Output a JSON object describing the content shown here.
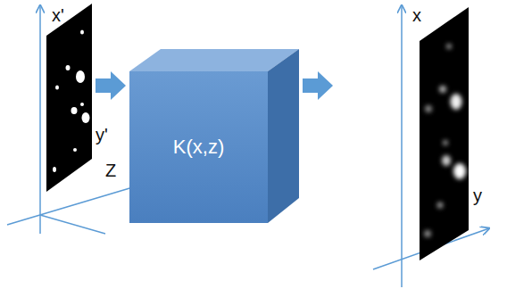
{
  "diagram": {
    "nodes": [
      {
        "text": [
          "K(x,z)"
        ]
      }
    ],
    "labels": [
      "x'",
      "y'",
      "Z",
      "x",
      "y"
    ]
  }
}
